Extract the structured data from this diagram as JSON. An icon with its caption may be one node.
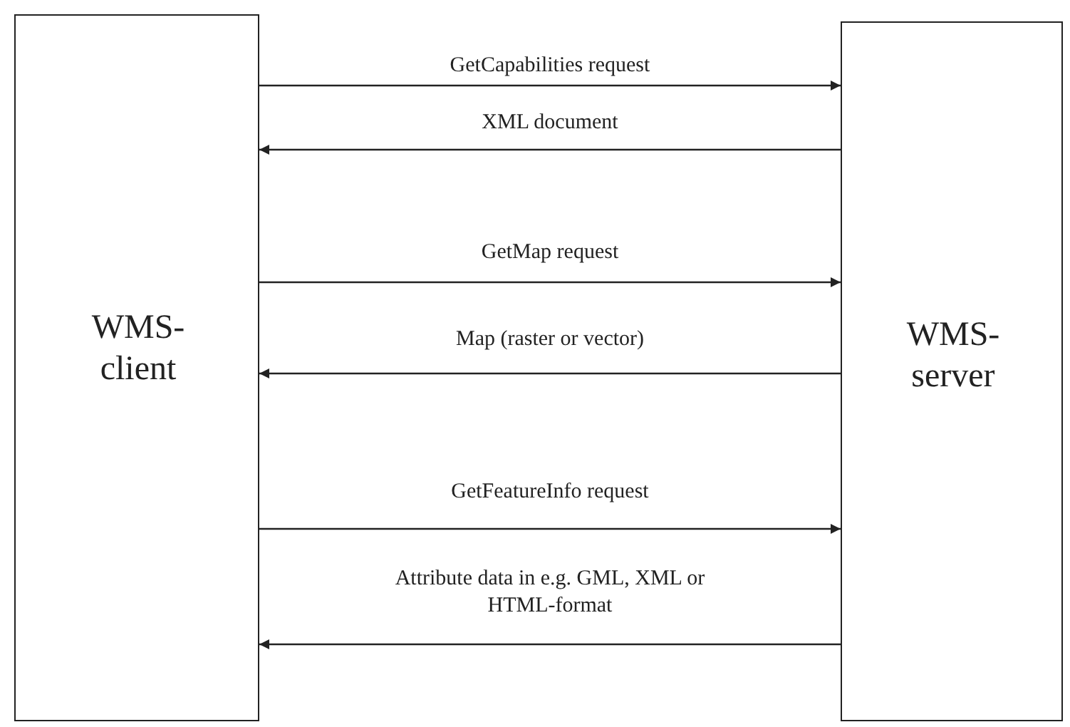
{
  "diagram": {
    "nodes": [
      {
        "text": [
          "WMS- client"
        ]
      },
      {
        "text": [
          "WMS- server"
        ]
      }
    ],
    "edges": [
      {
        "from": 0,
        "to": 1,
        "arrow": "to",
        "label": "GetCapabilities request"
      },
      {
        "from": 1,
        "to": 0,
        "arrow": "to",
        "label": "XML document"
      },
      {
        "from": 0,
        "to": 1,
        "arrow": "to",
        "label": "GetMap request"
      },
      {
        "from": 1,
        "to": 0,
        "arrow": "to",
        "label": "Map (raster or vector)"
      },
      {
        "from": 0,
        "to": 1,
        "arrow": "to",
        "label": "GetFeatureInfo request"
      },
      {
        "from": 1,
        "to": 0,
        "arrow": "to",
        "label": "Attribute data in e.g. GML, XML or HTML-format"
      }
    ]
  }
}
